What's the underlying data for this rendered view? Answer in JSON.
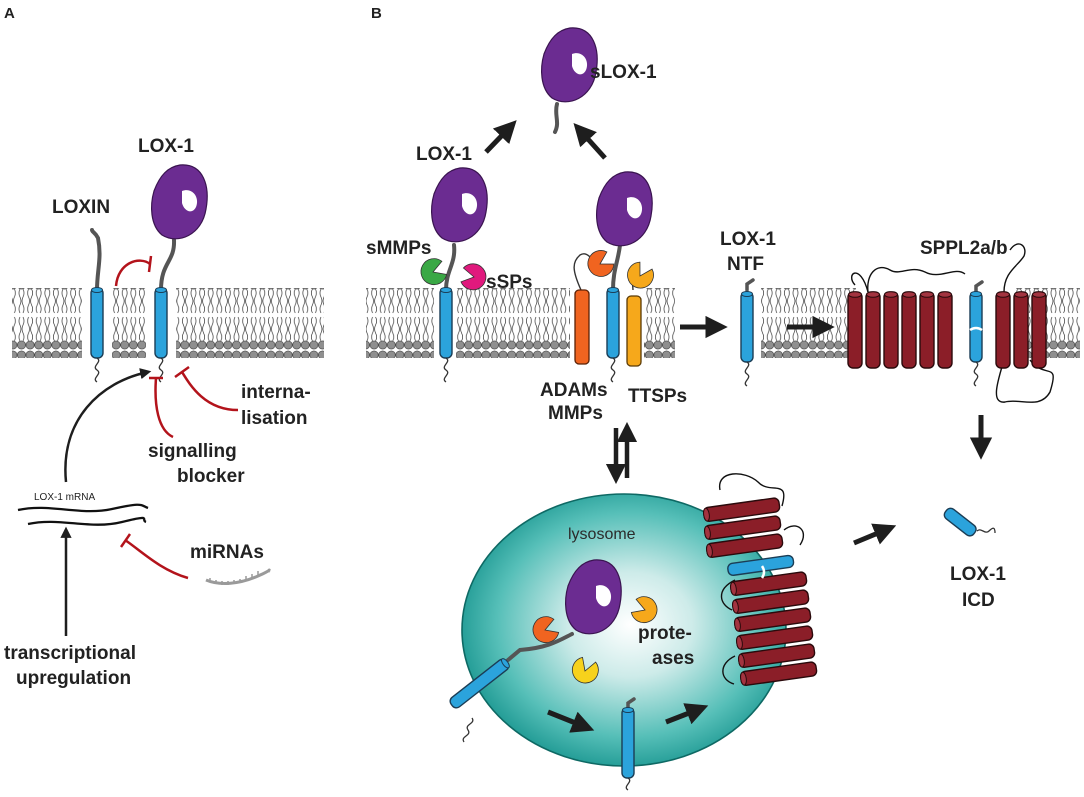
{
  "panel_a": {
    "letter": "A",
    "loxin": "LOXIN",
    "lox1": "LOX-1",
    "internalisation_1": "interna-",
    "internalisation_2": "lisation",
    "signalling_1": "signalling",
    "signalling_2": "blocker",
    "mrna": "LOX-1 mRNA",
    "mirnas": "miRNAs",
    "transcriptional_1": "transcriptional",
    "transcriptional_2": "upregulation"
  },
  "panel_b": {
    "letter": "B",
    "slox1": "sLOX-1",
    "lox1": "LOX-1",
    "smmps": "sMMPs",
    "ssps": "sSPs",
    "ntf_1": "LOX-1",
    "ntf_2": "NTF",
    "sppl": "SPPL2a/b",
    "adams": "ADAMs",
    "mmps": "MMPs",
    "ttsps": "TTSPs",
    "lysosome": "lysosome",
    "proteases_1": "prote-",
    "proteases_2": "ases",
    "icd_1": "LOX-1",
    "icd_2": "ICD"
  },
  "colors": {
    "helix_blue": "#2ba3dc",
    "lox_purple": "#6b2c91",
    "sppl_red": "#8b1e28",
    "inhibit_red": "#b3131b",
    "smmp_green": "#3aa845",
    "ssp_magenta": "#e0197d",
    "adam_orange": "#f06420",
    "ttsp_yellow": "#f6a81b",
    "lysosome_teal": "#1fa59f"
  }
}
